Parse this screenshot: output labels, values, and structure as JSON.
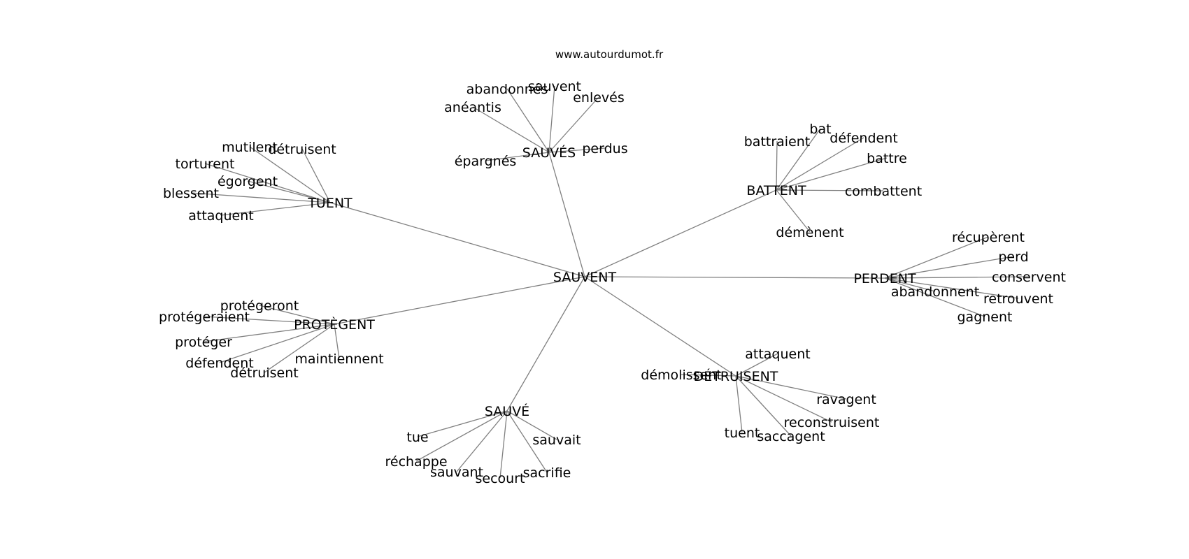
{
  "source": "www.autourdumot.fr",
  "colors": {
    "edge": "#808080",
    "text": "#000000",
    "background": "#ffffff"
  },
  "graph": {
    "center": "SAUVENT",
    "clusters": [
      {
        "hub": "SAUVÉS",
        "leaves": [
          "abandonnés",
          "sauvent",
          "anéantis",
          "enlevés",
          "perdus",
          "épargnés"
        ]
      },
      {
        "hub": "TUENT",
        "leaves": [
          "mutilent",
          "détruisent",
          "torturent",
          "égorgent",
          "blessent",
          "attaquent"
        ]
      },
      {
        "hub": "BATTENT",
        "leaves": [
          "bat",
          "battraient",
          "défendent",
          "battre",
          "combattent",
          "démènent"
        ]
      },
      {
        "hub": "PERDENT",
        "leaves": [
          "récupèrent",
          "perd",
          "conservent",
          "abandonnent",
          "retrouvent",
          "gagnent"
        ]
      },
      {
        "hub": "PROTÈGENT",
        "leaves": [
          "protégeront",
          "protégeraient",
          "protéger",
          "défendent",
          "maintiennent",
          "détruisent"
        ]
      },
      {
        "hub": "DÉTRUISENT",
        "leaves": [
          "attaquent",
          "démolissent",
          "ravagent",
          "reconstruisent",
          "tuent",
          "saccagent"
        ]
      },
      {
        "hub": "SAUVÉ",
        "leaves": [
          "tue",
          "sauvait",
          "réchappe",
          "sauvant",
          "secourt",
          "sacrifie"
        ]
      }
    ]
  }
}
